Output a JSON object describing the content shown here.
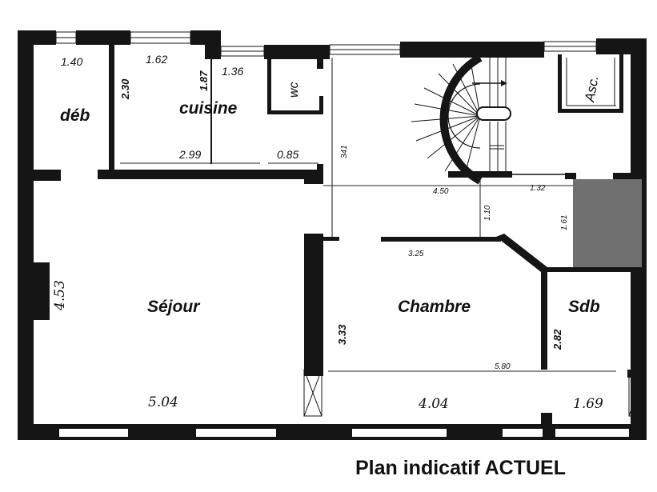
{
  "rooms": {
    "deb": "déb",
    "cuisine": "cuisine",
    "wc": "wc",
    "asc": "Asc.",
    "sejour": "Séjour",
    "chambre": "Chambre",
    "sdb": "Sdb"
  },
  "dimensions": {
    "deb_width": "1.40",
    "deb_depth": "2.30",
    "cuisine_left_width": "1.62",
    "cuisine_depth": "1.87",
    "cuisine_right_width": "1.36",
    "cuisine_width": "2.99",
    "wc_width": "0.85",
    "hall_length": "341",
    "hall_width": "4.50",
    "hall_short": "1.32",
    "hall_depth": "1.10",
    "hall_right": "1.61",
    "corridor": "3.25",
    "sejour_depth": "4.53",
    "sejour_width": "5.04",
    "chambre_depth": "3.33",
    "chambre_width": "4.04",
    "sdb_depth": "2.82",
    "sdb_width": "1.69",
    "total_width": "5.80"
  },
  "caption": "Plan indicatif ACTUEL",
  "colors": {
    "wall": "#151515",
    "shaft": "#707070",
    "background": "#ffffff"
  }
}
